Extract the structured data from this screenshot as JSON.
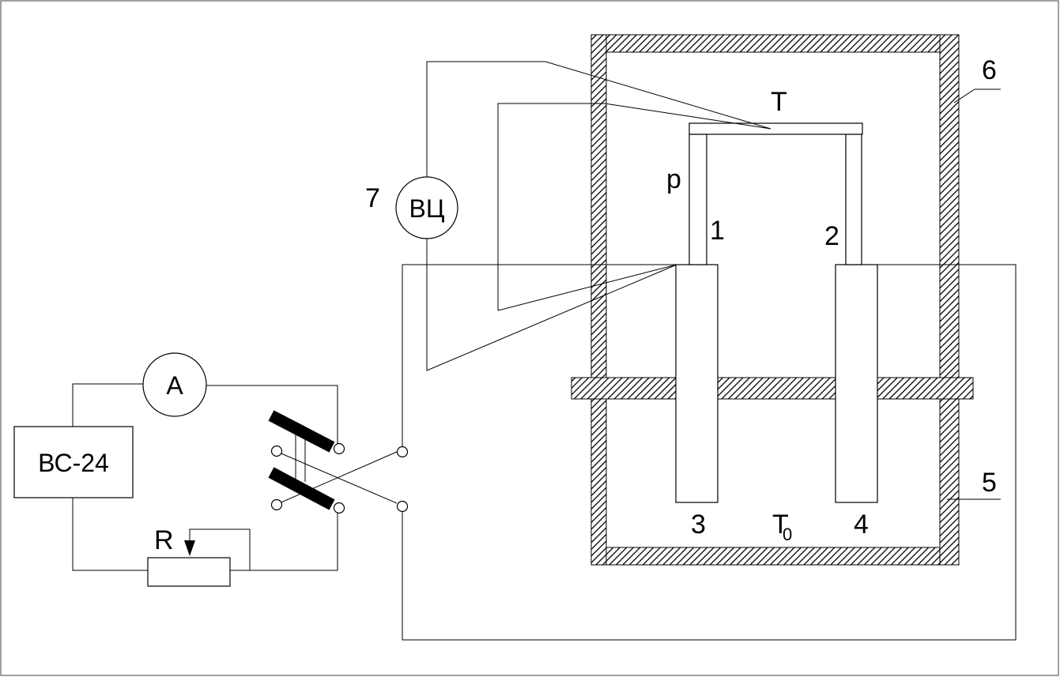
{
  "labels": {
    "temp_top": "T",
    "temp_bottom_main": "T",
    "temp_bottom_sub": "0",
    "p": "p",
    "n1": "1",
    "n2": "2",
    "n3": "3",
    "n4": "4",
    "n5": "5",
    "n6": "6",
    "n7": "7",
    "voltmeter": "ВЦ",
    "ammeter": "A",
    "power_supply": "ВС-24",
    "resistor": "R"
  },
  "colors": {
    "line": "#000000",
    "hatch": "#000000",
    "background": "#ffffff",
    "frame": "#808080"
  }
}
